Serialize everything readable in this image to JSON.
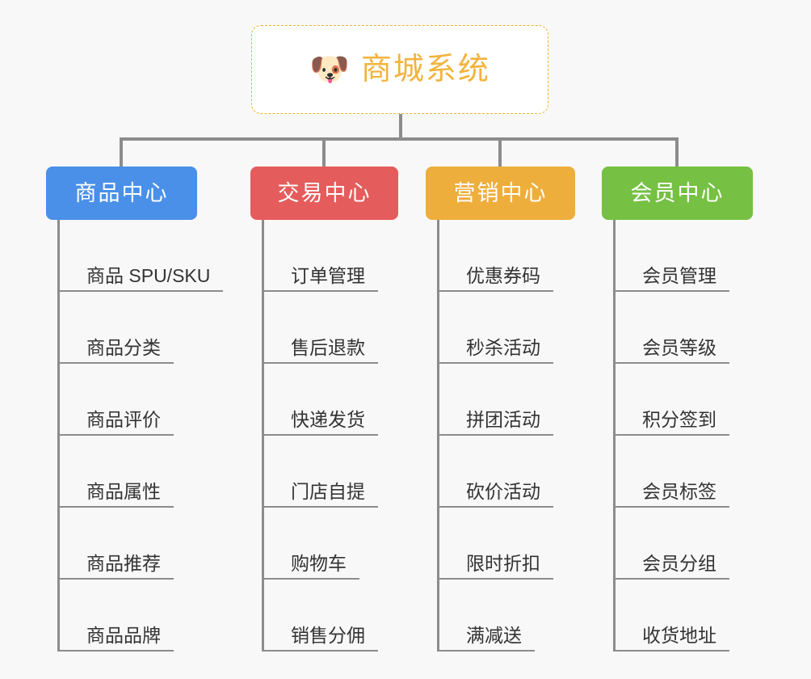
{
  "canvas": {
    "background": "#f8f8f8",
    "connector_color": "#8c8c8c"
  },
  "root": {
    "icon": "🐶",
    "icon_name": "shiba-dog-face-icon",
    "title": "商城系统",
    "title_color": "#f2b33d",
    "border_color": "#f0b429",
    "border_style": "dashed",
    "fill": "#ffffff"
  },
  "columns": [
    {
      "id": "product-center",
      "title": "商品中心",
      "color": "#4a90e8",
      "leaves": [
        {
          "label": "商品 SPU/SKU"
        },
        {
          "label": "商品分类"
        },
        {
          "label": "商品评价"
        },
        {
          "label": "商品属性"
        },
        {
          "label": "商品推荐"
        },
        {
          "label": "商品品牌"
        }
      ]
    },
    {
      "id": "trade-center",
      "title": "交易中心",
      "color": "#e55c5c",
      "leaves": [
        {
          "label": "订单管理"
        },
        {
          "label": "售后退款"
        },
        {
          "label": "快递发货"
        },
        {
          "label": "门店自提"
        },
        {
          "label": "购物车"
        },
        {
          "label": "销售分佣"
        }
      ]
    },
    {
      "id": "marketing-center",
      "title": "营销中心",
      "color": "#eeae3c",
      "leaves": [
        {
          "label": "优惠券码"
        },
        {
          "label": "秒杀活动"
        },
        {
          "label": "拼团活动"
        },
        {
          "label": "砍价活动"
        },
        {
          "label": "限时折扣"
        },
        {
          "label": "满减送"
        }
      ]
    },
    {
      "id": "member-center",
      "title": "会员中心",
      "color": "#76c043",
      "leaves": [
        {
          "label": "会员管理"
        },
        {
          "label": "会员等级"
        },
        {
          "label": "积分签到"
        },
        {
          "label": "会员标签"
        },
        {
          "label": "会员分组"
        },
        {
          "label": "收货地址"
        }
      ]
    }
  ]
}
